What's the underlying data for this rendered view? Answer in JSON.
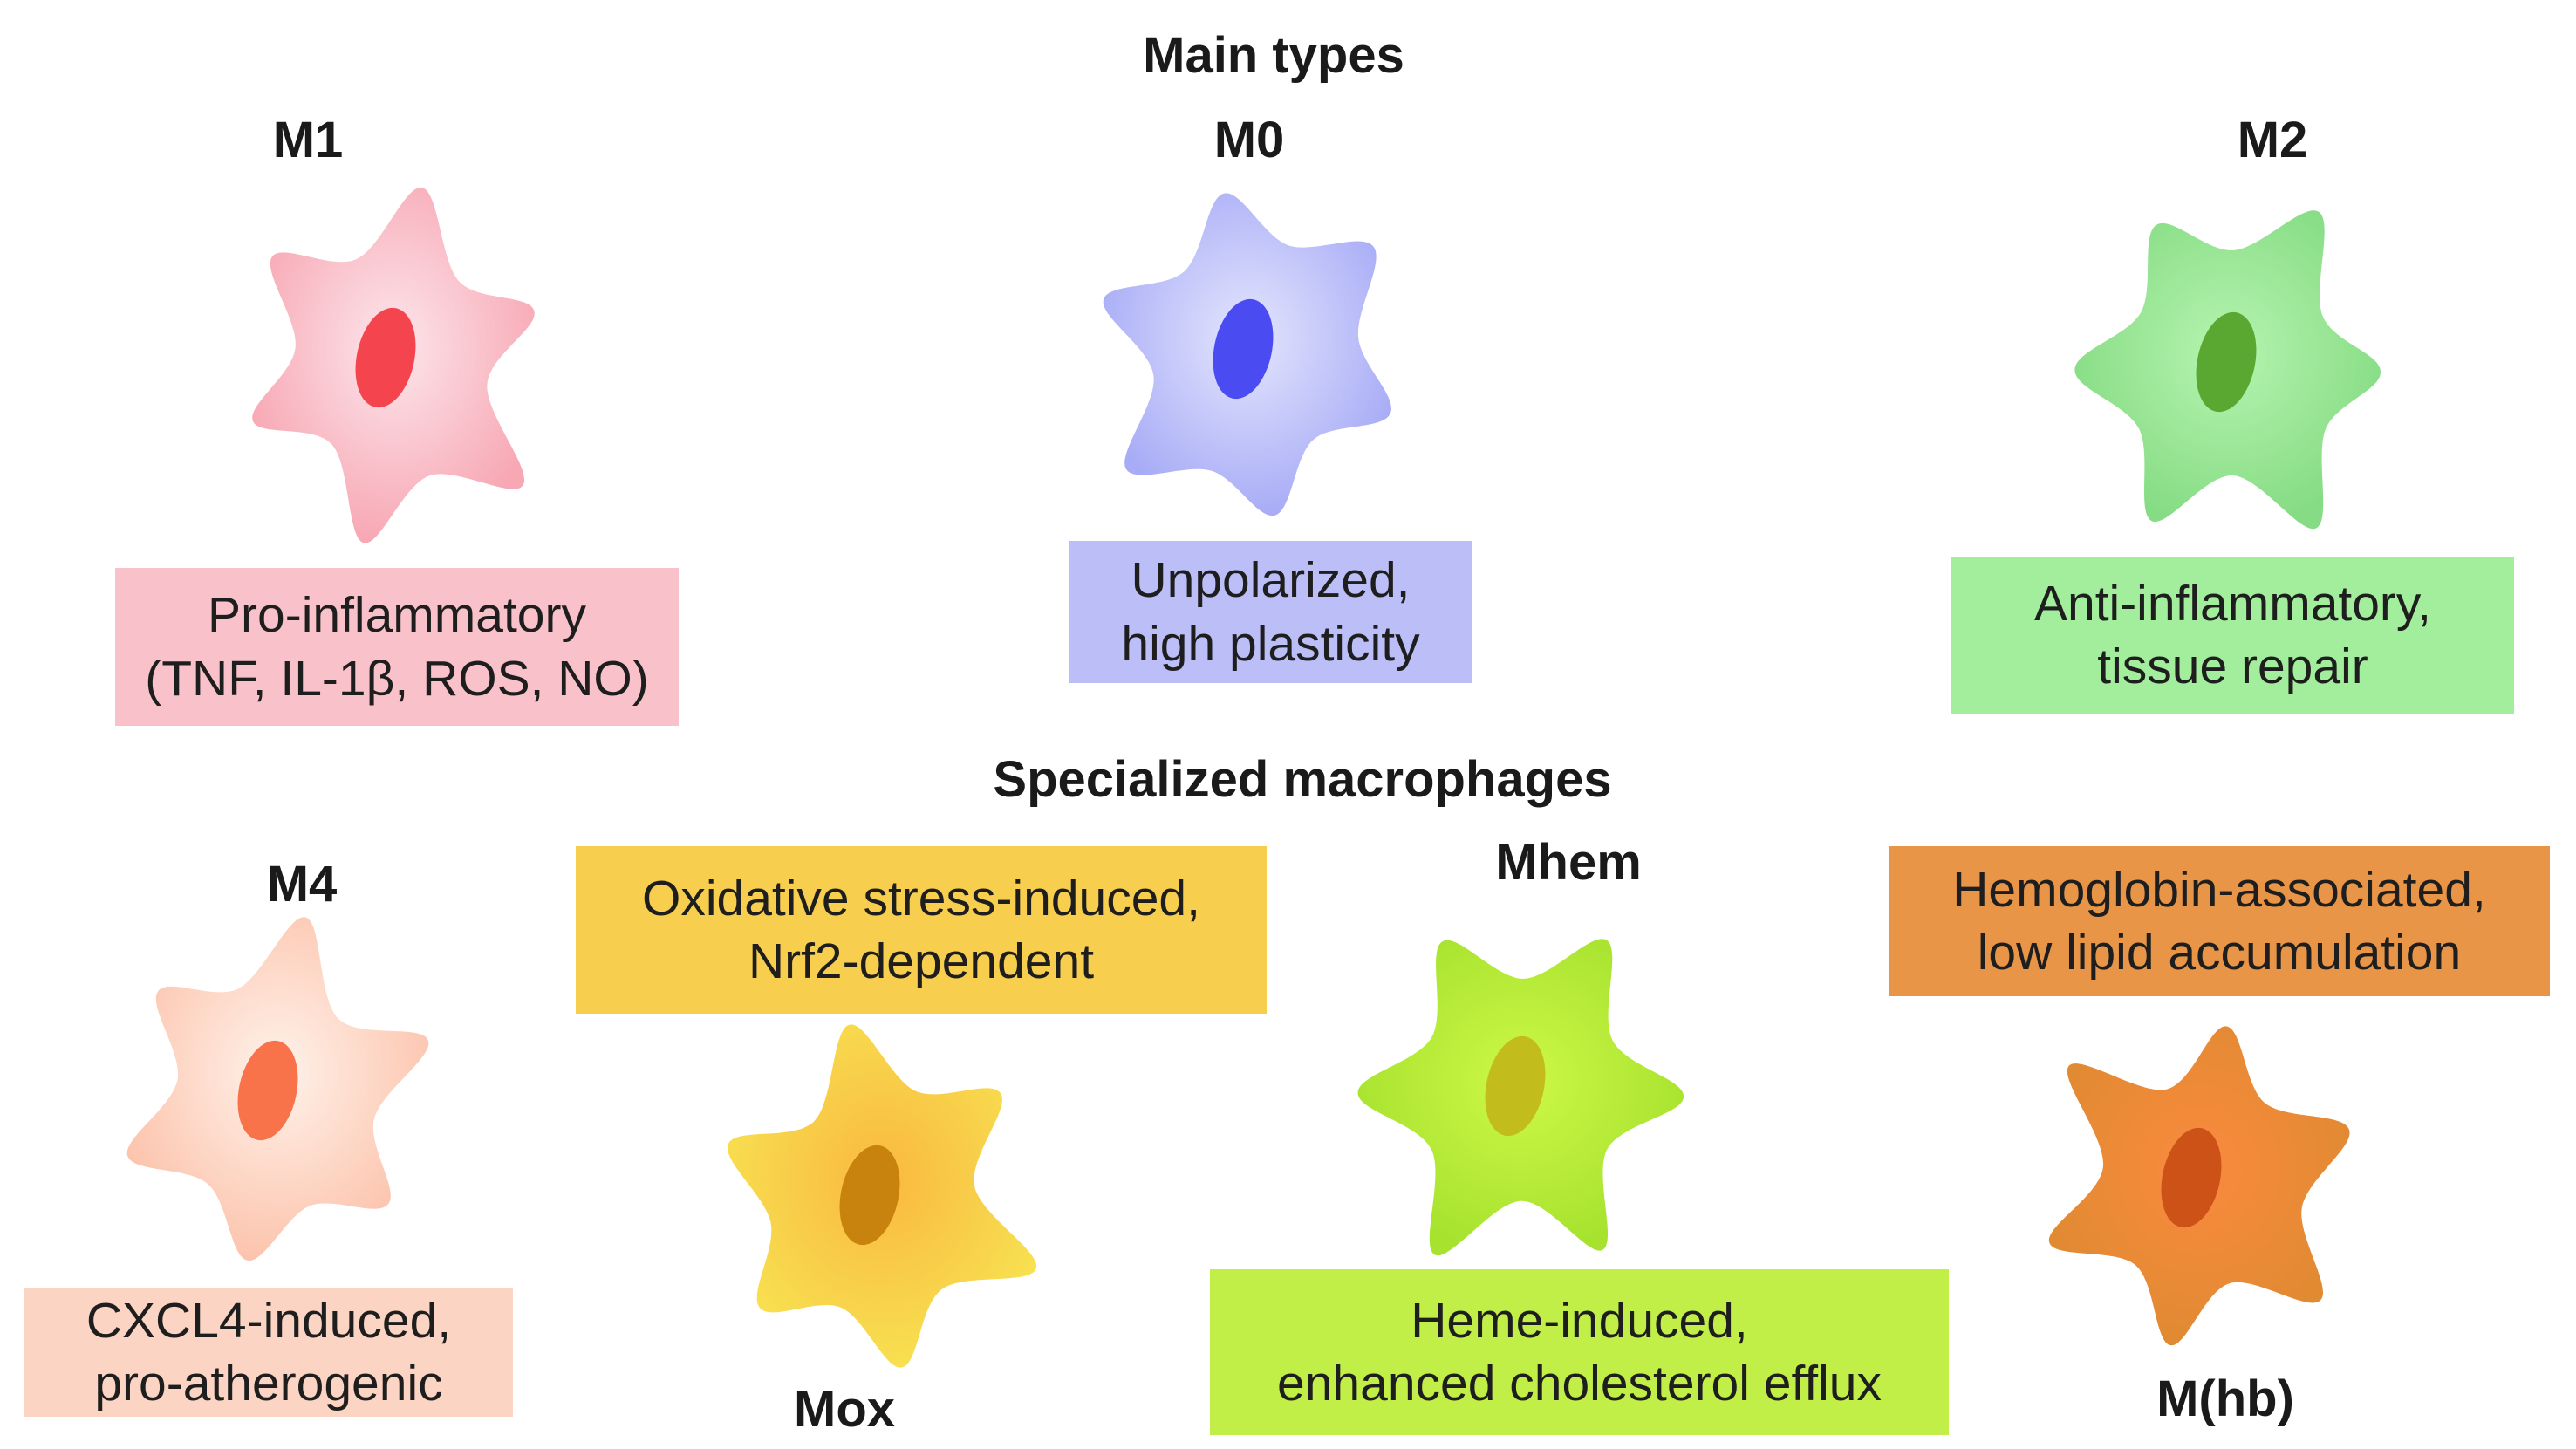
{
  "sections": {
    "main_title": "Main types",
    "specialized_title": "Specialized macrophages"
  },
  "cells": {
    "m1": {
      "label": "M1",
      "description": "Pro-inflammatory\n(TNF, IL-1β, ROS, NO)",
      "body_color": "#f7a8b4",
      "glow_color": "#fde6ec",
      "nucleus_color": "#f4454f",
      "box_color": "#f9c1c9"
    },
    "m0": {
      "label": "M0",
      "description": "Unpolarized,\nhigh plasticity",
      "body_color": "#a8acf6",
      "glow_color": "#e4e6fd",
      "nucleus_color": "#4a4cf2",
      "box_color": "#bcbef8"
    },
    "m2": {
      "label": "M2",
      "description": "Anti-inflammatory,\ntissue repair",
      "body_color": "#86dc84",
      "glow_color": "#b6f4b0",
      "nucleus_color": "#5aa832",
      "box_color": "#a3ee9c"
    },
    "m4": {
      "label": "M4",
      "description": "CXCL4-induced,\npro-atherogenic",
      "body_color": "#fcc4ad",
      "glow_color": "#fff2ea",
      "nucleus_color": "#f8724a",
      "box_color": "#fcd4c3"
    },
    "mox": {
      "label": "Mox",
      "description": "Oxidative stress-induced,\nNrf2-dependent",
      "body_color": "#f8e050",
      "glow_color": "#f9b840",
      "nucleus_color": "#c8820e",
      "box_color": "#f7ce4e"
    },
    "mhem": {
      "label": "Mhem",
      "description": "Heme-induced,\nenhanced cholesterol efflux",
      "body_color": "#a6e22e",
      "glow_color": "#cef847",
      "nucleus_color": "#c2bc1c",
      "box_color": "#c2ee48"
    },
    "mhb": {
      "label": "M(hb)",
      "description": "Hemoglobin-associated,\nlow lipid accumulation",
      "body_color": "#e08a32",
      "glow_color": "#fa8a3e",
      "nucleus_color": "#cd5218",
      "box_color": "#e89548"
    }
  }
}
